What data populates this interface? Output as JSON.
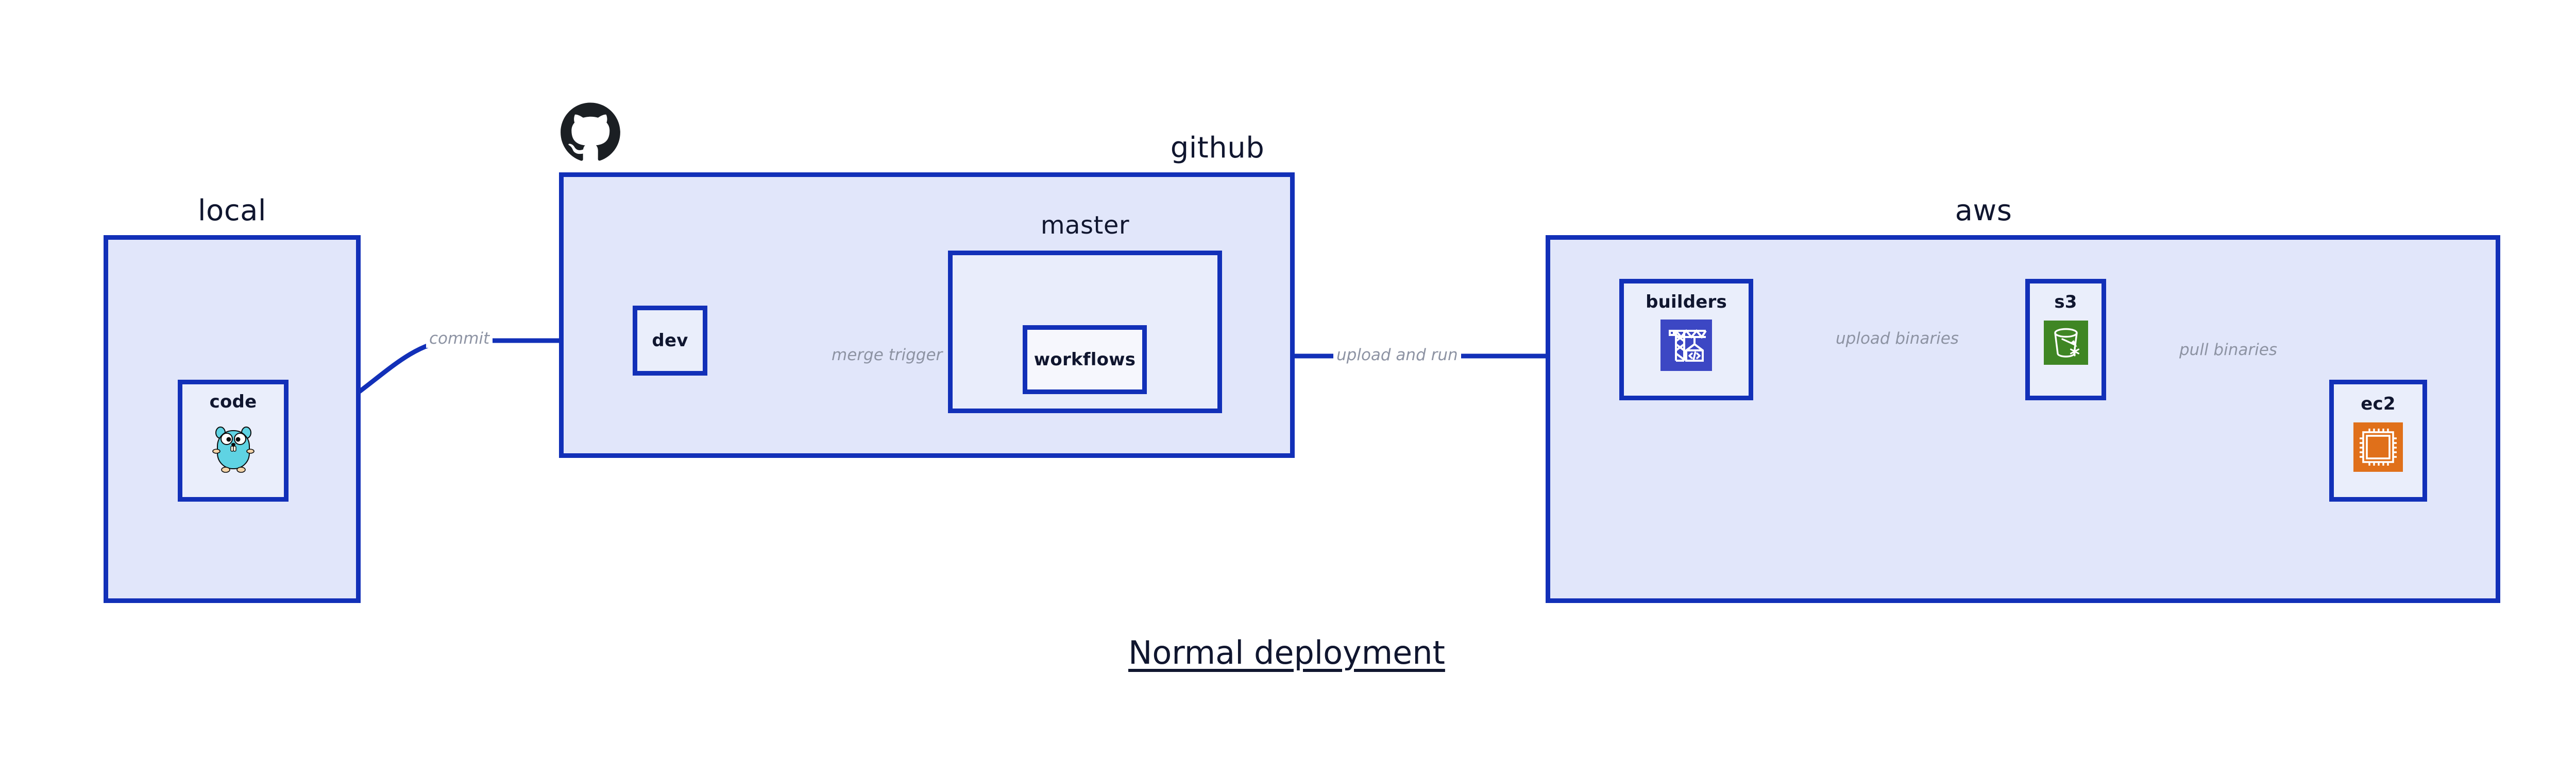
{
  "diagram": {
    "caption": "Normal deployment",
    "palette": {
      "group_fill": "#e1e6fa",
      "subgroup_fill": "#e9edfb",
      "node_fill": "#eaeefb",
      "border": "#1230b8",
      "edge": "#1230b8",
      "edge_label": "#8d93a3",
      "title_text": "#10162f",
      "aws_codebuild": "#3c47c4",
      "aws_s3": "#3f8624",
      "aws_ec2": "#e0701a",
      "go_gopher": "#5fd3e3",
      "octocat": "#1b1f23"
    }
  },
  "groups": [
    {
      "id": "local",
      "label": "local"
    },
    {
      "id": "github",
      "label": "github"
    },
    {
      "id": "aws",
      "label": "aws"
    }
  ],
  "subgroups": [
    {
      "id": "master",
      "label": "master",
      "parent": "github"
    }
  ],
  "nodes": [
    {
      "id": "code",
      "label": "code",
      "parent": "local",
      "icon": "go-gopher-icon"
    },
    {
      "id": "dev",
      "label": "dev",
      "parent": "github",
      "icon": null
    },
    {
      "id": "workflows",
      "label": "workflows",
      "parent": "master",
      "icon": null
    },
    {
      "id": "builders",
      "label": "builders",
      "parent": "aws",
      "icon": "aws-codebuild-icon"
    },
    {
      "id": "s3",
      "label": "s3",
      "parent": "aws",
      "icon": "aws-s3-bucket-icon"
    },
    {
      "id": "ec2",
      "label": "ec2",
      "parent": "aws",
      "icon": "aws-ec2-chip-icon"
    }
  ],
  "edges": [
    {
      "id": "commit",
      "from": "code",
      "to": "dev",
      "label": "commit"
    },
    {
      "id": "merge-trigger",
      "from": "dev",
      "to": "workflows",
      "label": "merge trigger"
    },
    {
      "id": "upload-and-run",
      "from": "workflows",
      "to": "builders",
      "label": "upload and run"
    },
    {
      "id": "upload-binaries",
      "from": "builders",
      "to": "s3",
      "label": "upload binaries"
    },
    {
      "id": "pull-binaries",
      "from": "s3",
      "to": "ec2",
      "label": "pull binaries"
    }
  ],
  "logos": [
    {
      "id": "github-octocat",
      "icon": "github-octocat-icon",
      "near": "github"
    }
  ]
}
